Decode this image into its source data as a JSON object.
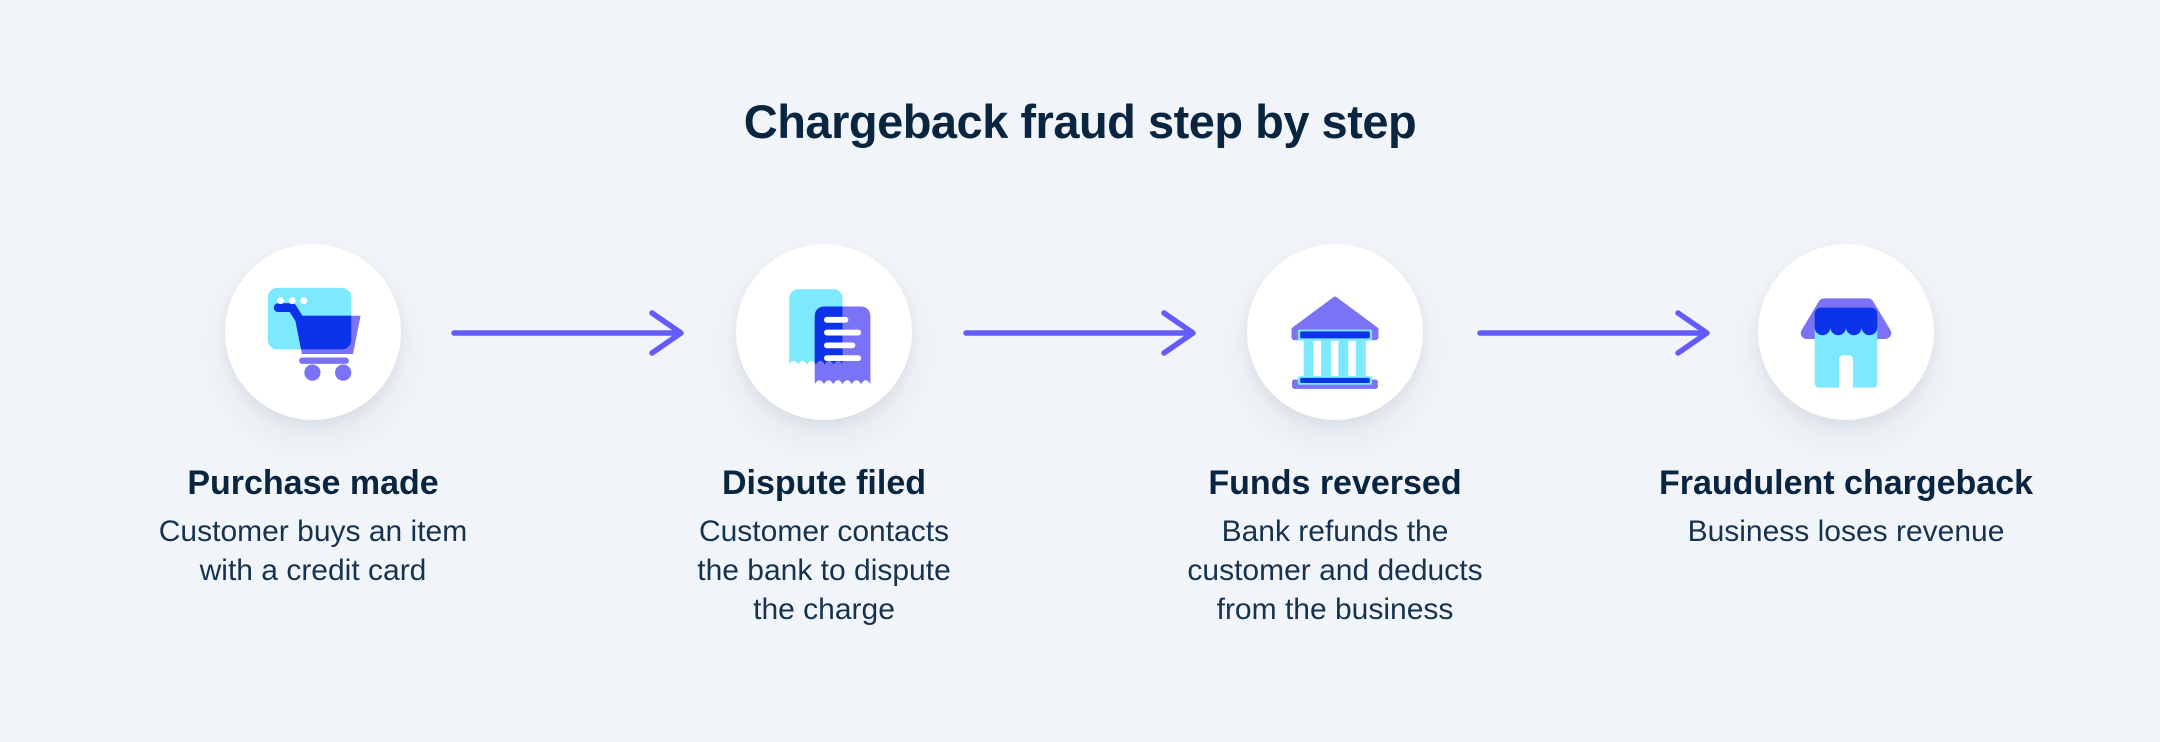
{
  "page": {
    "title": "Chargeback fraud step by step"
  },
  "colors": {
    "background": "#F1F5F9",
    "heading_navy": "#0A2540",
    "body_navy": "#16324F",
    "arrow_purple": "#635BFF",
    "icon_cyan": "#7DE9FF",
    "icon_purple": "#7B73F5",
    "icon_blue": "#0D33E8",
    "circle_bg": "#FFFFFF"
  },
  "steps": [
    {
      "icon": "cart-browser-icon",
      "title": "Purchase made",
      "description": "Customer buys an item with a credit card"
    },
    {
      "icon": "receipt-dispute-icon",
      "title": "Dispute filed",
      "description": "Customer contacts the bank to dispute the charge"
    },
    {
      "icon": "bank-icon",
      "title": "Funds reversed",
      "description": "Bank refunds the customer and deducts from the business"
    },
    {
      "icon": "storefront-icon",
      "title": "Fraudulent chargeback",
      "description": "Business loses revenue"
    }
  ],
  "arrows": {
    "count": 3,
    "direction": "right"
  }
}
